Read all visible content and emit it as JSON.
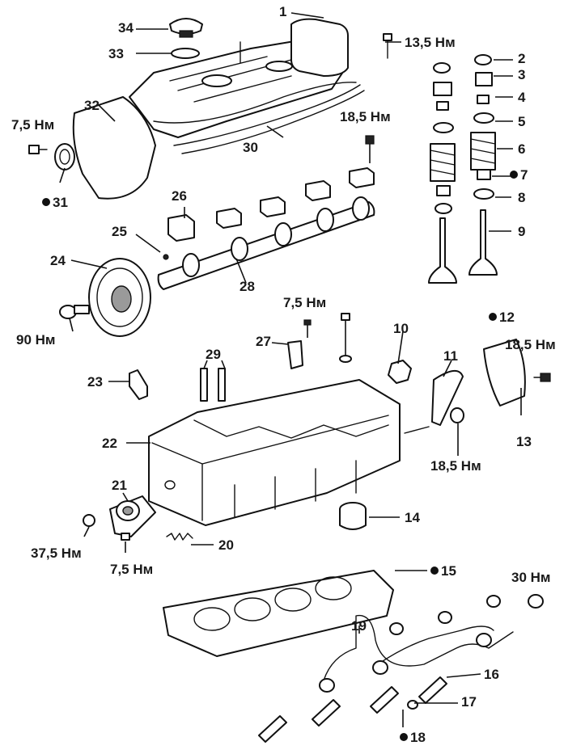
{
  "callouts": [
    {
      "id": "c1",
      "text": "1"
    },
    {
      "id": "c2",
      "text": "2"
    },
    {
      "id": "c3",
      "text": "3"
    },
    {
      "id": "c4",
      "text": "4"
    },
    {
      "id": "c5",
      "text": "5"
    },
    {
      "id": "c6",
      "text": "6"
    },
    {
      "id": "c7",
      "text": "7",
      "marker": true
    },
    {
      "id": "c8",
      "text": "8"
    },
    {
      "id": "c9",
      "text": "9"
    },
    {
      "id": "c10",
      "text": "10"
    },
    {
      "id": "c11",
      "text": "11"
    },
    {
      "id": "c12",
      "text": "12",
      "marker": true
    },
    {
      "id": "c13",
      "text": "13"
    },
    {
      "id": "c14",
      "text": "14"
    },
    {
      "id": "c15",
      "text": "15",
      "marker": true
    },
    {
      "id": "c16",
      "text": "16"
    },
    {
      "id": "c17",
      "text": "17"
    },
    {
      "id": "c18",
      "text": "18",
      "marker": true
    },
    {
      "id": "c19",
      "text": "19"
    },
    {
      "id": "c20",
      "text": "20"
    },
    {
      "id": "c21",
      "text": "21"
    },
    {
      "id": "c22",
      "text": "22"
    },
    {
      "id": "c23",
      "text": "23"
    },
    {
      "id": "c24",
      "text": "24"
    },
    {
      "id": "c25",
      "text": "25"
    },
    {
      "id": "c26",
      "text": "26"
    },
    {
      "id": "c27",
      "text": "27"
    },
    {
      "id": "c28",
      "text": "28"
    },
    {
      "id": "c29",
      "text": "29"
    },
    {
      "id": "c30",
      "text": "30"
    },
    {
      "id": "c31",
      "text": "31",
      "marker": true
    },
    {
      "id": "c32",
      "text": "32"
    },
    {
      "id": "c33",
      "text": "33"
    },
    {
      "id": "c34",
      "text": "34"
    }
  ],
  "torques": [
    {
      "id": "t_13_5",
      "text": "13,5 Нм"
    },
    {
      "id": "t_7_5_a",
      "text": "7,5 Нм"
    },
    {
      "id": "t_18_5_a",
      "text": "18,5 Нм"
    },
    {
      "id": "t_90",
      "text": "90 Нм"
    },
    {
      "id": "t_7_5_b",
      "text": "7,5 Нм"
    },
    {
      "id": "t_18_5_b",
      "text": "18,5 Нм"
    },
    {
      "id": "t_18_5_c",
      "text": "18,5 Нм"
    },
    {
      "id": "t_37_5",
      "text": "37,5 Нм"
    },
    {
      "id": "t_7_5_c",
      "text": "7,5 Нм"
    },
    {
      "id": "t_30",
      "text": "30 Нм"
    }
  ]
}
